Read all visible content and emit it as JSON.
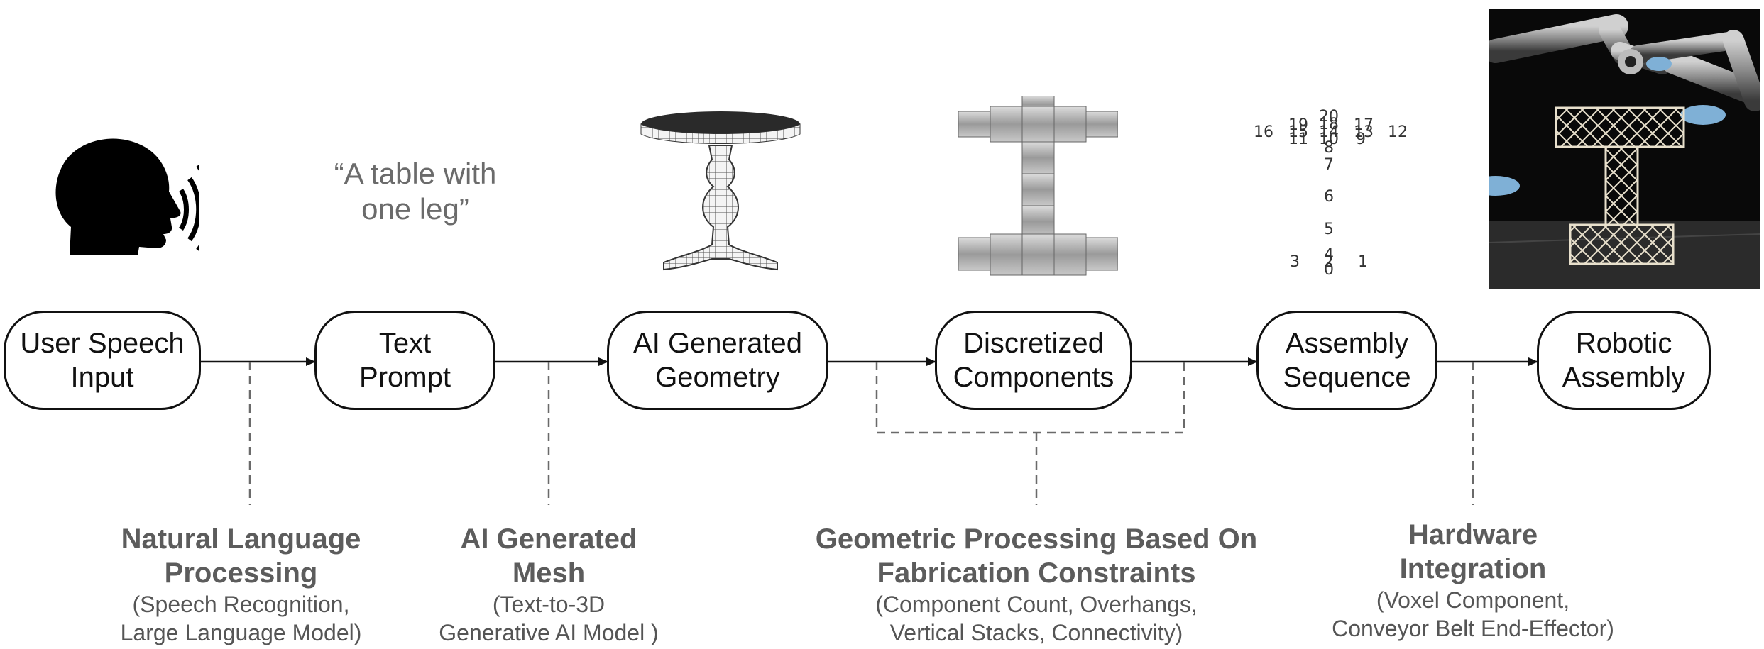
{
  "prompt_quote": [
    "“A table with",
    "one leg”"
  ],
  "nodes": [
    {
      "id": "speech",
      "lines": [
        "User Speech",
        "Input"
      ]
    },
    {
      "id": "text",
      "lines": [
        "Text",
        "Prompt"
      ]
    },
    {
      "id": "geometry",
      "lines": [
        "AI Generated",
        "Geometry"
      ]
    },
    {
      "id": "components",
      "lines": [
        "Discretized",
        "Components"
      ]
    },
    {
      "id": "sequence",
      "lines": [
        "Assembly",
        "Sequence"
      ]
    },
    {
      "id": "robotic",
      "lines": [
        "Robotic",
        "Assembly"
      ]
    }
  ],
  "process_labels": [
    {
      "id": "nlp",
      "title": [
        "Natural Language",
        "Processing"
      ],
      "sub": [
        "(Speech Recognition,",
        "Large Language Model)"
      ]
    },
    {
      "id": "mesh",
      "title": [
        "AI Generated",
        "Mesh"
      ],
      "sub": [
        "(Text-to-3D",
        "Generative AI Model )"
      ]
    },
    {
      "id": "geo",
      "title": [
        "Geometric Processing Based On",
        "Fabrication Constraints"
      ],
      "sub": [
        "(Component Count, Overhangs,",
        "Vertical Stacks, Connectivity)"
      ]
    },
    {
      "id": "hw",
      "title": [
        "Hardware",
        "Integration"
      ],
      "sub": [
        "(Voxel Component,",
        "Conveyor Belt End-Effector)"
      ]
    }
  ],
  "sequence_numbers": [
    {
      "n": "20"
    },
    {
      "n": "19"
    },
    {
      "n": "18"
    },
    {
      "n": "17"
    },
    {
      "n": "16"
    },
    {
      "n": "15"
    },
    {
      "n": "14"
    },
    {
      "n": "13"
    },
    {
      "n": "12"
    },
    {
      "n": "11"
    },
    {
      "n": "10"
    },
    {
      "n": "9"
    },
    {
      "n": "8"
    },
    {
      "n": "7"
    },
    {
      "n": "6"
    },
    {
      "n": "5"
    },
    {
      "n": "4"
    },
    {
      "n": "3"
    },
    {
      "n": "2"
    },
    {
      "n": "1"
    },
    {
      "n": "0"
    }
  ],
  "icons": {
    "speaker": "speaking-head-icon",
    "table": "table-mesh-icon",
    "voxels": "voxel-components-icon",
    "robot_photo": "robot-assembly-photo"
  }
}
